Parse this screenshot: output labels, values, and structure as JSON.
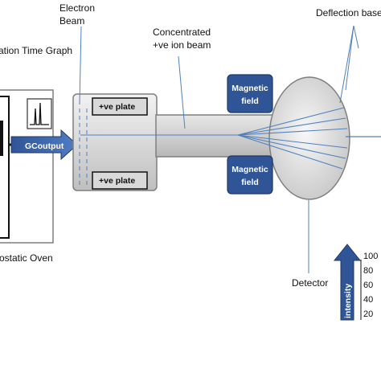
{
  "labels": {
    "electron_beam_line1": "Electron",
    "electron_beam_line2": "Beam",
    "concentrated_line1": "Concentrated",
    "concentrated_line2": "+ve ion beam",
    "deflection": "Deflection base",
    "time_graph": "ation Time Graph",
    "oven": "ostatic Oven",
    "gc_output": "GCoutput",
    "plate_top": "+ve plate",
    "plate_bottom": "+ve plate",
    "magnetic_top_line1": "Magnetic",
    "magnetic_top_line2": "field",
    "magnetic_bottom_line1": "Magnetic",
    "magnetic_bottom_line2": "field",
    "detector": "Detector",
    "intensity": "intensity"
  },
  "scale": {
    "ticks": [
      "100",
      "80",
      "60",
      "40",
      "20"
    ]
  },
  "colors": {
    "accent_blue": "#2f5597",
    "beam_line": "#4f81bd",
    "chamber_gray": "#d9d9d9",
    "chamber_border": "#7f7f7f"
  }
}
